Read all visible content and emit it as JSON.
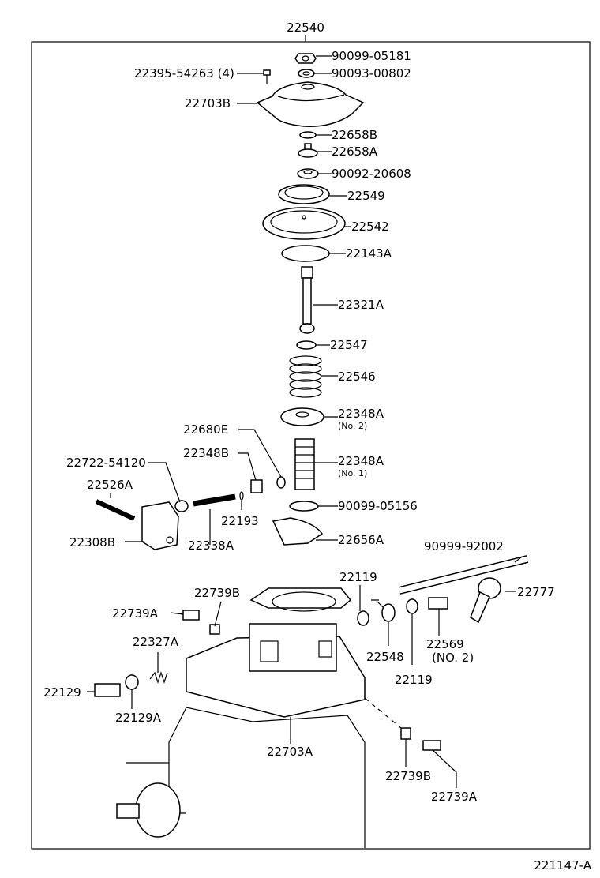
{
  "diagram": {
    "top_label": "22540",
    "figure_code": "221147-A",
    "labels": {
      "p90099_05181": "90099-05181",
      "p22395": "22395-54263 (4)",
      "p90093_00802": "90093-00802",
      "p22703B": "22703B",
      "p22658B": "22658B",
      "p22658A": "22658A",
      "p90092_20608": "90092-20608",
      "p22549": "22549",
      "p22542": "22542",
      "p22143A": "22143A",
      "p22321A": "22321A",
      "p22547": "22547",
      "p22546": "22546",
      "p22348A_no2": "22348A",
      "no2": "(No. 2)",
      "p22680E": "22680E",
      "p22348B": "22348B",
      "p22722": "22722-54120",
      "p22348A_no1": "22348A",
      "no1": "(No. 1)",
      "p22526A": "22526A",
      "p90099_05156": "90099-05156",
      "p22193": "22193",
      "p22308B": "22308B",
      "p22338A": "22338A",
      "p22656A": "22656A",
      "p90999_92002": "90999-92002",
      "p22119_top": "22119",
      "p22739B_top": "22739B",
      "p22777": "22777",
      "p22739A_top": "22739A",
      "p22327A": "22327A",
      "p22548": "22548",
      "p22569": "22569",
      "no2_caps": "(NO. 2)",
      "p22119_bot": "22119",
      "p22129": "22129",
      "p22129A": "22129A",
      "p22703A": "22703A",
      "p22739B_bot": "22739B",
      "p22739A_bot": "22739A"
    }
  }
}
